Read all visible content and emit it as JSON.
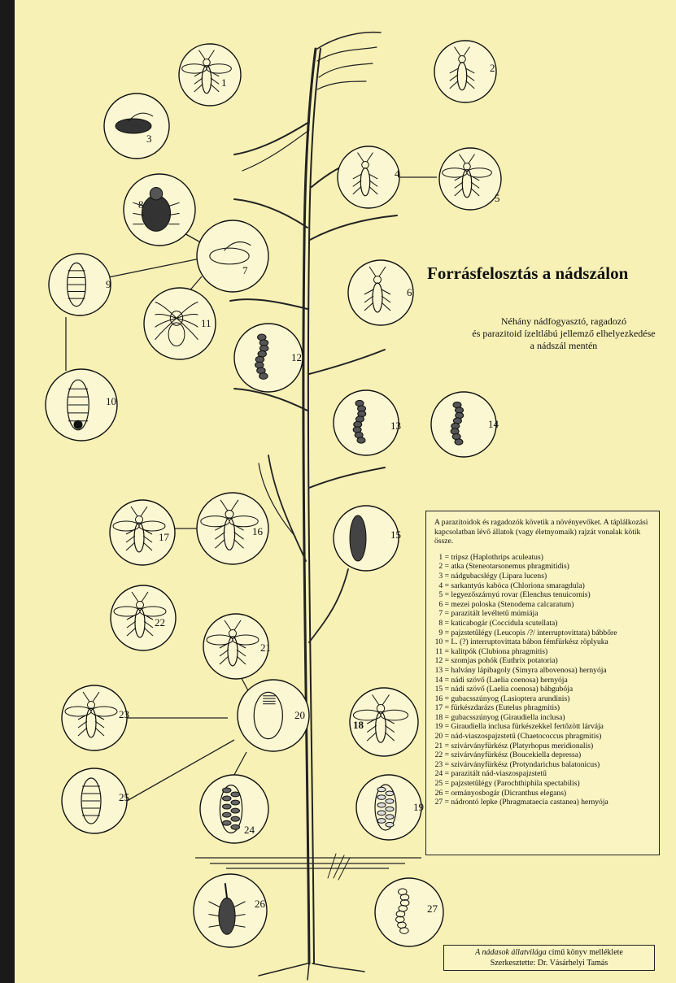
{
  "title": "Forrásfelosztás a nádszálon",
  "subtitle": [
    "Néhány nádfogyasztó, ragadozó",
    "és parazitoid ízeltlábú jellemző elhelyezkedése",
    "a nádszál mentén"
  ],
  "legend": {
    "intro": "A parazitoidok és ragadozók követik a növényevőket. A táplálkozási kapcsolatban lévő állatok (vagy életnyomaik) rajzát vonalak kötik össze.",
    "items": [
      {
        "num": "1 =",
        "text": "tripsz (Haplothrips aculeatus)"
      },
      {
        "num": "2 =",
        "text": "atka (Steneotarsonemus phragmitidis)"
      },
      {
        "num": "3 =",
        "text": "nádgubacslégy (Lipara lucens)"
      },
      {
        "num": "4 =",
        "text": "sarkantyús kabóca (Chloriona smaragdula)"
      },
      {
        "num": "5 =",
        "text": "legyezőszárnyú rovar (Elenchus tenuicornis)"
      },
      {
        "num": "6 =",
        "text": "mezei poloska (Stenodema calcaratum)"
      },
      {
        "num": "7 =",
        "text": "parazitált levéltetű múmiája"
      },
      {
        "num": "8 =",
        "text": "katicabogár (Coccidula scutellata)"
      },
      {
        "num": "9 =",
        "text": "pajzstetűlégy (Leucopis /?/ interruptovittata) bábbőre"
      },
      {
        "num": "10 =",
        "text": "L. (?) interruptovittata bábon fémfürkész röplyuka"
      },
      {
        "num": "11 =",
        "text": "kalitpók (Clubiona phragmitis)"
      },
      {
        "num": "12 =",
        "text": "szomjas pohók (Euthrix potatoria)"
      },
      {
        "num": "13 =",
        "text": "halvány lápibagoly (Simyra albovenosa) hernyója"
      },
      {
        "num": "14 =",
        "text": "nádi szövő (Laelia coenosa) hernyója"
      },
      {
        "num": "15 =",
        "text": "nádi szövő (Laelia coenosa) bábgubója"
      },
      {
        "num": "16 =",
        "text": "gubacsszúnyog (Lasioptera arundinis)"
      },
      {
        "num": "17 =",
        "text": "fürkészdarázs (Eutelus phragmitis)"
      },
      {
        "num": "18 =",
        "text": "gubacsszúnyog (Giraudiella inclusa)"
      },
      {
        "num": "19 =",
        "text": "Giraudiella inclusa fürkészekkel fertőzött lárvája"
      },
      {
        "num": "20 =",
        "text": "nád-viaszospajzstetű (Chaetococcus phragmitis)"
      },
      {
        "num": "21 =",
        "text": "szivárványfürkész (Platyrhopus meridionalis)"
      },
      {
        "num": "22 =",
        "text": "szivárványfürkész (Boucekiella depressa)"
      },
      {
        "num": "23 =",
        "text": "szivárványfürkész (Protyndarichus balatonicus)"
      },
      {
        "num": "24 =",
        "text": "parazitált nád-viaszospajzstetű"
      },
      {
        "num": "25 =",
        "text": "pajzstetűlégy (Parochthiphila spectabilis)"
      },
      {
        "num": "26 =",
        "text": "ormányosbogár (Dicranthus elegans)"
      },
      {
        "num": "27 =",
        "text": "nádrontó lepke (Phragmataecia castanea) hernyója"
      }
    ]
  },
  "credit": {
    "line1_italic": "A nádasok állatvilága",
    "line1_rest": " című könyv melléklete",
    "line2": "Szerkesztette: Dr. Vásárhelyi Tamás"
  },
  "circles": [
    {
      "label": "1",
      "icon": "thrips-icon"
    },
    {
      "label": "2",
      "icon": "mite-icon"
    },
    {
      "label": "3",
      "icon": "fly-icon"
    },
    {
      "label": "4",
      "icon": "leafhopper-icon"
    },
    {
      "label": "5",
      "icon": "strepsiptera-icon"
    },
    {
      "label": "6",
      "icon": "bug-icon"
    },
    {
      "label": "7",
      "icon": "aphid-mummy-icon"
    },
    {
      "label": "8",
      "icon": "ladybird-icon"
    },
    {
      "label": "9",
      "icon": "puparium-icon"
    },
    {
      "label": "10",
      "icon": "puparium-hole-icon"
    },
    {
      "label": "11",
      "icon": "spider-icon"
    },
    {
      "label": "12",
      "icon": "caterpillar-icon"
    },
    {
      "label": "13",
      "icon": "caterpillar-icon"
    },
    {
      "label": "14",
      "icon": "caterpillar-icon"
    },
    {
      "label": "15",
      "icon": "cocoon-icon"
    },
    {
      "label": "16",
      "icon": "gall-midge-icon"
    },
    {
      "label": "17",
      "icon": "wasp-icon"
    },
    {
      "label": "18",
      "icon": "gall-midge-icon"
    },
    {
      "label": "19",
      "icon": "infested-larva-icon"
    },
    {
      "label": "20",
      "icon": "scale-insect-icon"
    },
    {
      "label": "21",
      "icon": "wasp-icon"
    },
    {
      "label": "22",
      "icon": "wasp-icon"
    },
    {
      "label": "23",
      "icon": "wasp-icon"
    },
    {
      "label": "24",
      "icon": "parasitized-scale-icon"
    },
    {
      "label": "25",
      "icon": "fly-larva-icon"
    },
    {
      "label": "26",
      "icon": "weevil-icon"
    },
    {
      "label": "27",
      "icon": "moth-larva-icon"
    }
  ],
  "colors": {
    "paper": "#f7f1b6",
    "ink": "#111111"
  }
}
